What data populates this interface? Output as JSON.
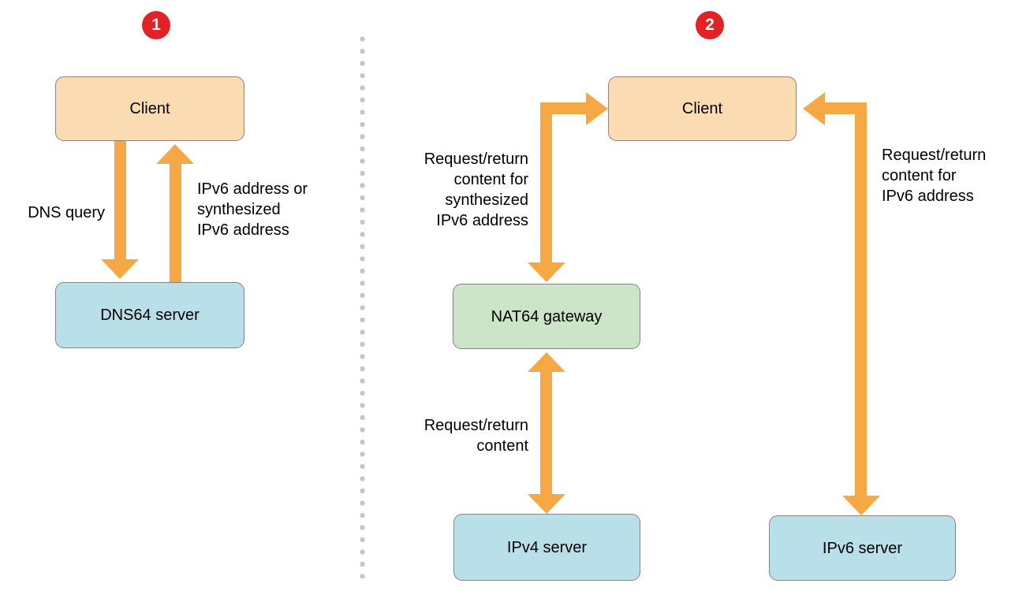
{
  "colors": {
    "arrow": "#F5A843",
    "badge": "#E32127",
    "client_fill": "#FBDBB1",
    "server_fill": "#B9DFE9",
    "gateway_fill": "#CCE4C7",
    "node_border": "#848484",
    "separator_dot": "#C6C6C6",
    "text": "#000000",
    "background": "#FFFFFF"
  },
  "panel1": {
    "badge": "1",
    "client": "Client",
    "dns64_server": "DNS64 server",
    "dns_query_label": "DNS query",
    "ipv6_response_label": "IPv6 address or\nsynthesized\nIPv6 address"
  },
  "panel2": {
    "badge": "2",
    "client": "Client",
    "nat64_gateway": "NAT64 gateway",
    "ipv4_server": "IPv4 server",
    "ipv6_server": "IPv6 server",
    "synthesized_label": "Request/return\ncontent for\nsynthesized\nIPv6 address",
    "content_label": "Request/return\ncontent",
    "ipv6_direct_label": "Request/return\ncontent for\nIPv6 address"
  }
}
